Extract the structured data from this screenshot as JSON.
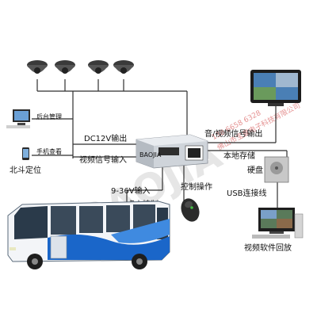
{
  "labels": {
    "backend": "后台管理",
    "phone": "手机查看",
    "beidou": "北斗定位",
    "dc12v": "DC12V输出",
    "video_in": "视频信号输入",
    "av_out": "音/视频信号输出",
    "local_storage": "本地存储",
    "hdd": "硬盘",
    "usb": "USB连接线",
    "playback": "视频软件回放",
    "power_in": "9-36V输入",
    "ignition": "点火控制",
    "control": "控制操作",
    "device_brand": "BAOJIA"
  },
  "watermark": {
    "text": "BAOJIA",
    "line1": "佛山市宝嘉电子科技有限公司",
    "line2": "138 6658 6328"
  },
  "colors": {
    "bus_blue": "#1a66c9",
    "bus_white": "#f5f7fa",
    "device_silver": "#d9dde2",
    "camera_dark": "#4a4a4a"
  }
}
